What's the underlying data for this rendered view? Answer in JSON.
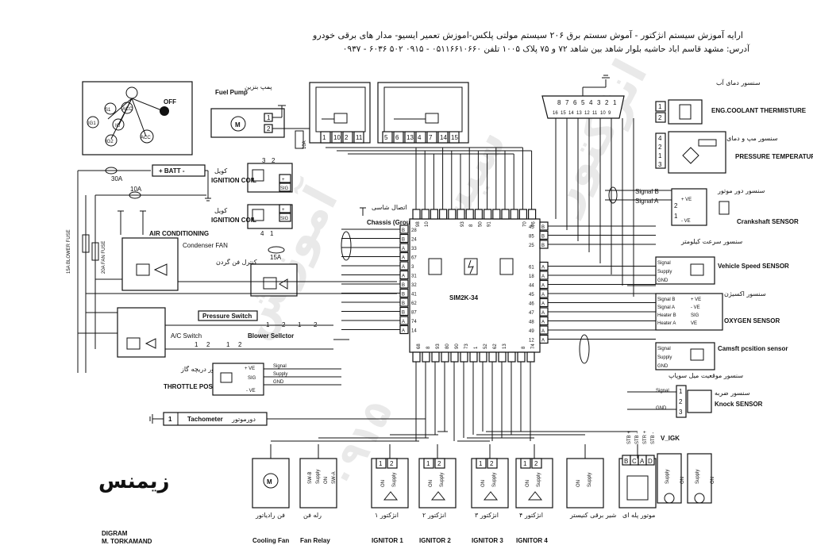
{
  "header": {
    "line1": "ارایه آموزش سیستم انژکتور - آموش سستم برق ۲۰۶ سیستم مولتی پلکس-اموزش تعمیر ایسیو- مدار های برقی خودرو",
    "line2": "آدرس: مشهد قاسم اباد حاشیه بلوار شاهد بین شاهد ۷۲ و ۷۵ پلاک ۱۰۰۵ تلفن ۰۵۱۱۶۶۱۰۶۶۰ - ۰۹۱۵ ۵۰۲ ۶۰۳۶ - ۰۹۳۷"
  },
  "ecu": {
    "label": "SIM2K-34",
    "left_pins": [
      "28",
      "24",
      "33",
      "67",
      "3",
      "31",
      "32",
      "41",
      "62",
      "87",
      "74",
      "14"
    ],
    "left_letters": [
      "B",
      "B",
      "A",
      "A",
      "A",
      "A",
      "B",
      "B",
      "B",
      "B",
      "A",
      "A"
    ],
    "right_pins": [
      "45",
      "85",
      "25",
      "61",
      "18",
      "44",
      "45",
      "46",
      "47",
      "48",
      "49",
      "12"
    ],
    "right_letters": [
      "B",
      "B",
      "B",
      "A",
      "A",
      "A",
      "A",
      "A",
      "A",
      "A",
      "A",
      "A"
    ],
    "top_pins": [
      "98",
      "10",
      "",
      "",
      "",
      "93",
      "8",
      "50",
      "91",
      "",
      "",
      "",
      "70",
      "76"
    ],
    "bottom_pins": [
      "68",
      "8",
      "93",
      "80",
      "90",
      "73",
      "1",
      "52",
      "62",
      "13",
      "",
      "8",
      "74"
    ]
  },
  "ignition_switch": {
    "labels": [
      "ACC",
      "S1",
      "IG1",
      "IG",
      "IG2",
      "ACC",
      "OFF"
    ]
  },
  "fuel_pump": {
    "label": "Fuel Pump",
    "label_fa": "پمپ بنزین",
    "pins": [
      "1",
      "2"
    ]
  },
  "fuses": {
    "f1": "30A",
    "f2": "10A",
    "f3": "15A",
    "f4": "10A",
    "blower": "15A BLOWER FUSE",
    "fan": "20A FAN FUSE"
  },
  "battery": {
    "label": "+ BATT -"
  },
  "coils": [
    {
      "label_fa": "کویل",
      "label": "IGNITION COIL",
      "pins": [
        "3",
        "2"
      ],
      "sig": "SIG",
      "plus": "+"
    },
    {
      "label_fa": "کویل",
      "label": "IGNITION COIL",
      "pins": [
        "4",
        "1"
      ],
      "sig": "SIG",
      "plus": "+"
    }
  ],
  "relay_pins": {
    "left": [
      "1",
      "10",
      "2",
      "11"
    ],
    "right": [
      "5",
      "6",
      "13",
      "4",
      "7",
      "14",
      "15"
    ]
  },
  "obd": {
    "top": [
      "8",
      "7",
      "6",
      "5",
      "4",
      "3",
      "2",
      "1"
    ],
    "bottom": [
      "16",
      "15",
      "14",
      "13",
      "12",
      "11",
      "10",
      "9"
    ]
  },
  "chassis": {
    "label_fa": "اتصال شاسی",
    "label": "Chassis (Ground)"
  },
  "air_con": {
    "label": "AIR CONDITIONING",
    "condenser": "Condenser FAN",
    "handwritten": "کنترل فن گردن"
  },
  "pressure_switch": {
    "label": "Pressure Switch",
    "pins": [
      "1",
      "2",
      "1",
      "2"
    ]
  },
  "ac_switch": {
    "label": "A/C Switch",
    "pins": [
      "1",
      "2"
    ]
  },
  "blower": {
    "label": "Blower Sellctor",
    "pins": [
      "1",
      "2"
    ]
  },
  "sensors_right": [
    {
      "fa": "سنسور دمای آب",
      "en": "ENG.COOLANT THERMISTURE",
      "pins": [
        "1",
        "2"
      ]
    },
    {
      "fa": "سنسور مپ و دمای هوا",
      "en": "PRESSURE TEMPERATURE SENOR",
      "pins": [
        "4",
        "2",
        "1",
        "3"
      ]
    },
    {
      "fa": "سنسور دور موتور",
      "en": "Crankshaft SENSOR",
      "signals": [
        "Signal B",
        "Signal A"
      ],
      "ve": [
        "+ VE",
        "- VE"
      ],
      "pins": [
        "2",
        "1"
      ]
    },
    {
      "fa": "سنسور سرعت کیلومتر",
      "en": "Vehicle Speed SENSOR",
      "rows": [
        "Signal",
        "Supply",
        "GND"
      ]
    },
    {
      "fa": "سنسور اکسیژن",
      "en": "OXYGEN SENSOR",
      "rows": [
        "Signal B",
        "Signal A",
        "Heater B",
        "Heater A"
      ],
      "inner": [
        "+ VE",
        "- VE",
        "SIG",
        "VE"
      ]
    },
    {
      "fa": "",
      "en": "Camsft pcsition sensor",
      "rows": [
        "Signal",
        "Supply",
        "GND"
      ]
    },
    {
      "fa": "سنسور موقعیت میل سوپاپ",
      "en": "",
      "rows": []
    },
    {
      "fa": "سنسور ضربه",
      "en": "Knock SENSOR",
      "rows": [
        "Signal",
        "GND"
      ],
      "pins": [
        "1",
        "2",
        "3"
      ]
    }
  ],
  "throttle": {
    "fa": "سنسور دریچه گاز",
    "en": "THROTTLE POSITION SENSOR",
    "ve": [
      "+ VE",
      "SIG",
      "- VE"
    ],
    "rows": [
      "Signal",
      "Supply",
      "GND"
    ]
  },
  "tacho": {
    "pin": "1",
    "label": "Tachometer",
    "fa": "دورموتور"
  },
  "bottom_components": [
    {
      "fa": "فن رادیاتور",
      "en": "Cooling Fan",
      "icon": "M"
    },
    {
      "fa": "رله فن",
      "en": "Fan Relay",
      "pins": [
        "SW-B",
        "Supply",
        "ON",
        "SW-A"
      ]
    },
    {
      "fa": "انژکتور ۱",
      "en": "IGNITOR 1",
      "pins": [
        "1",
        "2"
      ],
      "sub": [
        "ON",
        "Supply"
      ]
    },
    {
      "fa": "انژکتور ۲",
      "en": "IGNITOR 2",
      "pins": [
        "1",
        "2"
      ],
      "sub": [
        "ON",
        "Supply"
      ]
    },
    {
      "fa": "انژکتور ۳",
      "en": "IGNITOR 3",
      "pins": [
        "1",
        "2"
      ],
      "sub": [
        "ON",
        "Supply"
      ]
    },
    {
      "fa": "انژکتور ۴",
      "en": "IGNITOR 4",
      "pins": [
        "1",
        "2"
      ],
      "sub": [
        "ON",
        "Supply"
      ]
    },
    {
      "fa": "شیر برقی کنیستر",
      "en": "",
      "sub": [
        "ON",
        "Supply"
      ]
    },
    {
      "fa": "موتور پله ای",
      "en": "",
      "pins": [
        "B",
        "C",
        "A",
        "D"
      ],
      "stb": [
        "STB +",
        "STB -",
        "STR +",
        "STB -"
      ]
    }
  ],
  "v_igk": {
    "label": "V_IGK",
    "sub": [
      "Supply",
      "ON",
      "Supply",
      "ON"
    ]
  },
  "brand": "زیمنس",
  "credit": [
    "DIGRAM",
    "M. TORKAMAND"
  ],
  "watermark": "آموزش سیستم انژکتور"
}
